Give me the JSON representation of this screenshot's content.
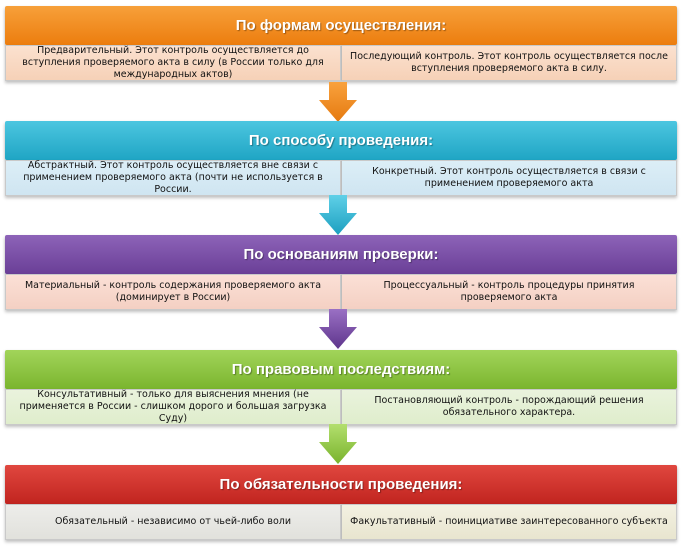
{
  "diagram": {
    "sections": [
      {
        "title": "По формам осуществления:",
        "color": "#f28a1a",
        "left_text": "Предварительный. Этот контроль осуществляется до вступления проверяемого акта в силу (в России только для международных актов)",
        "right_text": "Последующий контроль. Этот контроль осуществляется после вступления проверяемого акта в силу."
      },
      {
        "title": "По способу проведения:",
        "color": "#2ab4d2",
        "left_text": "Абстрактный. Этот контроль осуществляется вне связи с применением проверяемого акта (почти не используется в России.",
        "right_text": "Конкретный. Этот контроль осуществляется в связи с применением проверяемого акта"
      },
      {
        "title": "По основаниям проверки:",
        "color": "#7a4fa6",
        "left_text": "Материальный - контроль содержания проверяемого акта (доминирует в России)",
        "right_text": "Процессуальный - контроль процедуры принятия проверяемого акта"
      },
      {
        "title": "По правовым последствиям:",
        "color": "#8cc43c",
        "left_text": "Консультативный - только для выяснения мнения (не применяется в России - слишком дорого и большая загрузка Суду)",
        "right_text": "Постановляющий контроль - порождающий решения обязательного характера."
      },
      {
        "title": "По обязательности проведения:",
        "color": "#d4312c",
        "left_text": "Обязательный - независимо от чьей-либо воли",
        "right_text": "Факультативный - поинициативе заинтересованного субъекта"
      }
    ]
  }
}
